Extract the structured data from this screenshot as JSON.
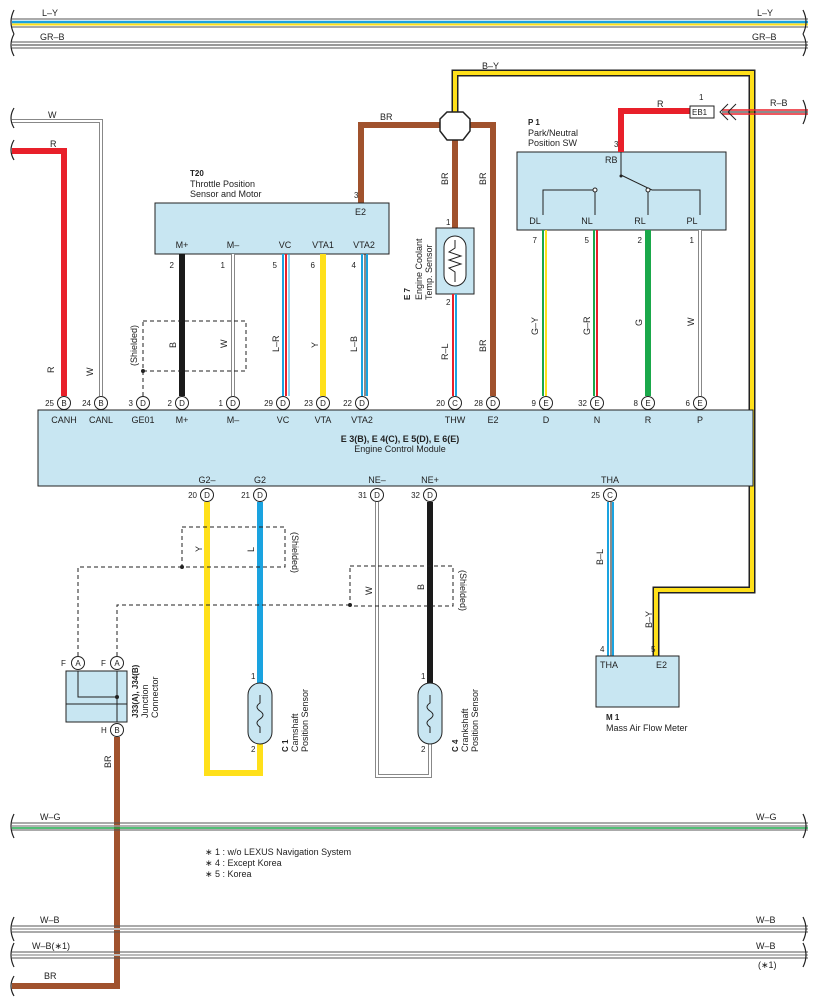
{
  "buses": {
    "ly": {
      "left": "L–Y",
      "right": "L–Y"
    },
    "grb": {
      "left": "GR–B",
      "right": "GR–B"
    },
    "wg": {
      "left": "W–G",
      "right": "W–G"
    },
    "wb1": {
      "left": "W–B",
      "right": "W–B"
    },
    "wb2": {
      "left": "W–B(∗1)",
      "right": "W–B",
      "note": "(∗1)"
    },
    "br": {
      "left": "BR"
    }
  },
  "wire_labels": {
    "w_top": "W",
    "r_top": "R",
    "by_top": "B–Y",
    "br_top": "BR",
    "r_p1": "R",
    "rb_p1": "R–B",
    "br_e7": "BR",
    "br_e2": "BR",
    "rl": "R–L",
    "br_e2_low": "BR",
    "gy": "G–Y",
    "gr": "G–R",
    "g": "G",
    "w_p": "W",
    "r_canh": "R",
    "w_canl": "W",
    "b_m": "B",
    "w_mm": "W",
    "shielded1": "(Shielded)",
    "lr": "L–R",
    "y_vta1": "Y",
    "lb": "L–B",
    "y_g2": "Y",
    "l_g2": "L",
    "shielded2": "(Shielded)",
    "w_ne": "W",
    "b_ne": "B",
    "shielded3": "(Shielded)",
    "bl": "B–L",
    "by_m1": "B–Y",
    "br_j": "BR"
  },
  "t20": {
    "code": "T20",
    "name1": "Throttle Position",
    "name2": "Sensor and Motor",
    "e2": "E2",
    "pin3": "3",
    "pins": [
      {
        "label": "M+",
        "num": "2"
      },
      {
        "label": "M–",
        "num": "1"
      },
      {
        "label": "VC",
        "num": "5"
      },
      {
        "label": "VTA1",
        "num": "6"
      },
      {
        "label": "VTA2",
        "num": "4"
      }
    ]
  },
  "e7": {
    "code": "E 7",
    "name1": "Engine Coolant",
    "name2": "Temp. Sensor",
    "pin1": "1",
    "pin2": "2"
  },
  "p1": {
    "code": "P 1",
    "name1": "Park/Neutral",
    "name2": "Position SW",
    "rb": "RB",
    "pin3": "3",
    "pins": [
      {
        "label": "DL",
        "num": "7"
      },
      {
        "label": "NL",
        "num": "5"
      },
      {
        "label": "RL",
        "num": "2"
      },
      {
        "label": "PL",
        "num": "1"
      }
    ]
  },
  "eb1": {
    "label": "EB1",
    "num": "1"
  },
  "ecm": {
    "title": "E 3(B), E 4(C), E 5(D), E 6(E)",
    "subtitle": "Engine Control Module",
    "top_pins": [
      {
        "num": "25",
        "conn": "B",
        "label": "CANH"
      },
      {
        "num": "24",
        "conn": "B",
        "label": "CANL"
      },
      {
        "num": "3",
        "conn": "D",
        "label": "GE01"
      },
      {
        "num": "2",
        "conn": "D",
        "label": "M+"
      },
      {
        "num": "1",
        "conn": "D",
        "label": "M–"
      },
      {
        "num": "29",
        "conn": "D",
        "label": "VC"
      },
      {
        "num": "23",
        "conn": "D",
        "label": "VTA"
      },
      {
        "num": "22",
        "conn": "D",
        "label": "VTA2"
      },
      {
        "num": "20",
        "conn": "C",
        "label": "THW"
      },
      {
        "num": "28",
        "conn": "D",
        "label": "E2"
      },
      {
        "num": "9",
        "conn": "E",
        "label": "D"
      },
      {
        "num": "32",
        "conn": "E",
        "label": "N"
      },
      {
        "num": "8",
        "conn": "E",
        "label": "R"
      },
      {
        "num": "6",
        "conn": "E",
        "label": "P"
      }
    ],
    "bottom_pins": [
      {
        "num": "20",
        "conn": "D",
        "label": "G2–"
      },
      {
        "num": "21",
        "conn": "D",
        "label": "G2"
      },
      {
        "num": "31",
        "conn": "D",
        "label": "NE–"
      },
      {
        "num": "32",
        "conn": "D",
        "label": "NE+"
      },
      {
        "num": "25",
        "conn": "C",
        "label": "THA"
      }
    ]
  },
  "j33": {
    "code": "J33(A), J34(B)",
    "name1": "Junction",
    "name2": "Connector",
    "f1": "F",
    "a1": "A",
    "f2": "F",
    "a2": "A",
    "h": "H",
    "b": "B"
  },
  "c1": {
    "code": "C 1",
    "name1": "Camshaft",
    "name2": "Position Sensor",
    "pin1": "1",
    "pin2": "2"
  },
  "c4": {
    "code": "C 4",
    "name1": "Crankshaft",
    "name2": "Position Sensor",
    "pin1": "1",
    "pin2": "2"
  },
  "m1": {
    "code": "M 1",
    "name": "Mass Air Flow Meter",
    "tha": "THA",
    "e2": "E2",
    "pin4": "4",
    "pin5": "5"
  },
  "notes": [
    "∗ 1 : w/o LEXUS Navigation System",
    "∗ 4 : Except Korea",
    "∗ 5 : Korea"
  ],
  "colors": {
    "red": "#e8202a",
    "yellow": "#ffe01a",
    "blue": "#1aa3e0",
    "green": "#1aa84a",
    "brown": "#a0522d",
    "black": "#1a1a1a",
    "ecm_fill": "#c8e6f2"
  }
}
